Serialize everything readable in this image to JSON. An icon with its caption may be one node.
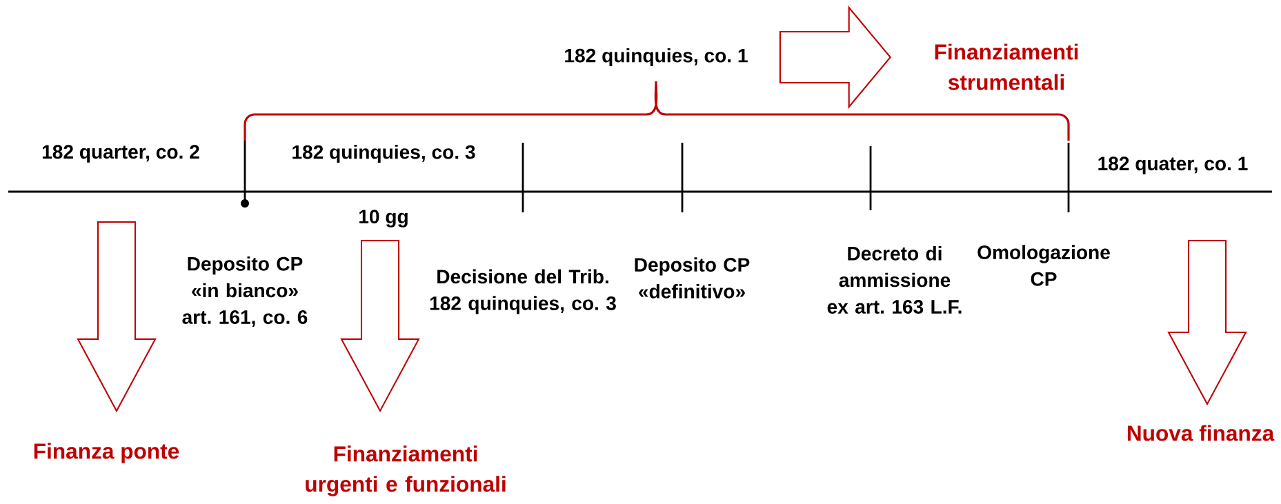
{
  "diagram": {
    "nodes": [
      {
        "text": [
          "182 quinquies, co. 1"
        ]
      },
      {
        "text": [
          "Finanziamenti strumentali"
        ]
      },
      {
        "text": [
          "Finanza ponte"
        ]
      },
      {
        "text": [
          "Finanziamenti urgenti e funzionali"
        ]
      },
      {
        "text": [
          "Nuova finanza"
        ]
      }
    ],
    "edges": [
      {
        "from": 0,
        "to": 1,
        "arrow": "to"
      },
      {
        "from": null,
        "to": 2,
        "arrow": "to"
      },
      {
        "from": null,
        "to": 3,
        "arrow": "to"
      },
      {
        "from": null,
        "to": 4,
        "arrow": "to"
      }
    ],
    "labels": [
      "182 quarter, co. 2",
      "182 quinquies, co. 3",
      "182 quater, co. 1",
      "10 gg",
      "Deposito CP «in bianco» art. 161, co. 6",
      "Decisione del Trib. 182 quinquies, co. 3",
      "Deposito CP «definitivo»",
      "Decreto di ammissione ex art. 163 L.F.",
      "Omologazione CP"
    ]
  }
}
